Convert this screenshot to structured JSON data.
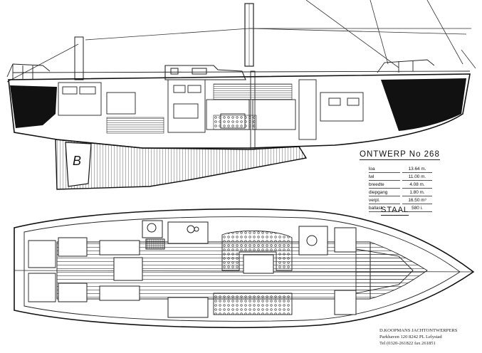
{
  "design": {
    "title": "ONTWERP No 268",
    "material": "STAAL"
  },
  "specifications": [
    {
      "label": "loa",
      "value": "13.64 m."
    },
    {
      "label": "lwl",
      "value": "11.00 m."
    },
    {
      "label": "breedte",
      "value": "4.08 m."
    },
    {
      "label": "diepgang",
      "value": "1.80 m."
    },
    {
      "label": "verpl.",
      "value": "16.50 m³"
    },
    {
      "label": "ballast",
      "value": "580 i."
    }
  ],
  "designer": {
    "name": "D.KOOPMANS JACHTONTWERPERS",
    "address": "Parkhaven 120 8242 PL Lelystad",
    "contact": "Tel (0320-261822 fax 261851"
  },
  "colors": {
    "ink": "#111111",
    "paper": "#ffffff"
  }
}
